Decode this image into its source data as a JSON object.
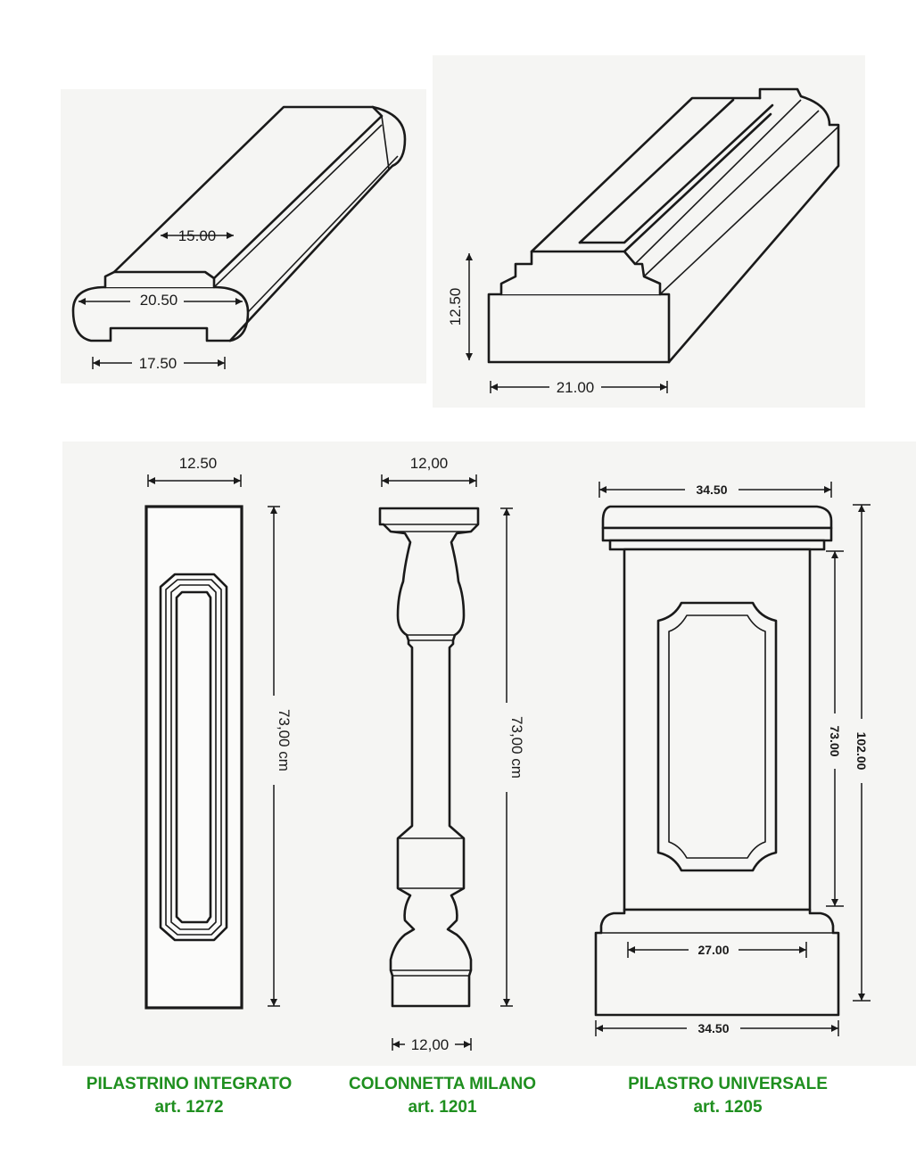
{
  "colors": {
    "caption_green": "#1f8f1f",
    "line": "#1a1a1a",
    "panel": "#f5f5f3"
  },
  "drawings": {
    "top_left": {
      "top_width": "15.00",
      "mid_width": "20.50",
      "base_width": "17.50"
    },
    "top_right": {
      "height": "12.50",
      "width": "21.00"
    },
    "pilastrino": {
      "width": "12.50",
      "height": "73,00 cm"
    },
    "colonnetta": {
      "top_width": "12,00",
      "height": "73,00 cm",
      "base_width": "12,00"
    },
    "pilastro": {
      "top_width": "34.50",
      "inner_height": "73.00",
      "total_height": "102.00",
      "base_inner_width": "27.00",
      "base_width": "34.50"
    }
  },
  "products": [
    {
      "name": "PILASTRINO INTEGRATO",
      "code": "art. 1272"
    },
    {
      "name": "COLONNETTA MILANO",
      "code": "art. 1201"
    },
    {
      "name": "PILASTRO UNIVERSALE",
      "code": "art. 1205"
    }
  ]
}
